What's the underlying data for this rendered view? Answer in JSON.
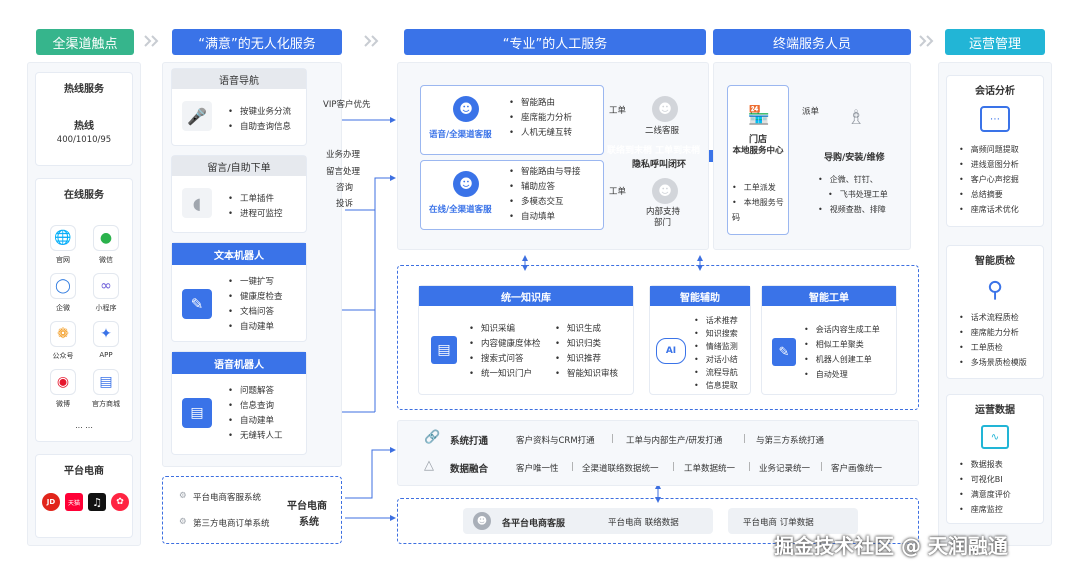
{
  "headers": {
    "omni": "全渠道触点",
    "unmanned": "“满意”的无人化服务",
    "human": "“专业”的人工服务",
    "terminal": "终端服务人员",
    "ops": "运营管理"
  },
  "omni": {
    "hotline": {
      "title": "热线服务",
      "name": "热线",
      "number": "400/1010/95"
    },
    "online": {
      "title": "在线服务",
      "channels": [
        "官网",
        "微信",
        "企微",
        "小程序",
        "公众号",
        "APP",
        "微博",
        "官方商城"
      ],
      "more": "... ..."
    },
    "ecommerce": {
      "title": "平台电商",
      "logos": [
        "JD",
        "天猫",
        "抖音",
        "小红书"
      ]
    }
  },
  "unmanned": {
    "voice_nav": {
      "title": "语音导航",
      "items": [
        "按键业务分流",
        "自助查询信息"
      ]
    },
    "message": {
      "title": "留言/自助下单",
      "items": [
        "工单插件",
        "进程可监控"
      ]
    },
    "text_bot": {
      "title": "文本机器人",
      "items": [
        "一键扩写",
        "健康度检查",
        "文档问答",
        "自动建单"
      ]
    },
    "voice_bot": {
      "title": "语音机器人",
      "items": [
        "问题解答",
        "信息查询",
        "自动建单",
        "无缝转人工"
      ]
    },
    "platform": {
      "items": [
        "平台电商客服系统",
        "第三方电商订单系统"
      ],
      "title_line1": "平台电商",
      "title_line2": "系统"
    }
  },
  "flow_labels": {
    "vip": "VIP客户优先",
    "services": [
      "业务办理",
      "留言处理",
      "咨询",
      "投诉"
    ],
    "ticket1": "工单",
    "ticket2": "工单",
    "dispatch": "派单"
  },
  "human": {
    "voice_agent": {
      "label": "语音/全渠道客服",
      "items": [
        "智能路由",
        "座席能力分析",
        "人机无缝互转"
      ]
    },
    "online_agent": {
      "label": "在线/全渠道客服",
      "items": [
        "智能路由与导接",
        "辅助应答",
        "多模态交互",
        "自动填单"
      ]
    },
    "tier2": "二线客服",
    "internal": {
      "line1": "内部支持",
      "line2": "部门"
    },
    "link": {
      "line1": "联络到末梢   工单到末梢",
      "line2": "隐私呼叫闭环"
    }
  },
  "terminal": {
    "store": {
      "line1": "门店",
      "line2": "本地服务中心",
      "items": [
        "工单派发",
        "本地服务号码"
      ]
    },
    "install": {
      "title": "导购/安装/维修",
      "items": [
        "企微、钉钉、",
        "飞书处理工单",
        "视频查勘、排障"
      ]
    }
  },
  "mid": {
    "kb": {
      "title": "统一知识库",
      "col1": [
        "知识采编",
        "内容健康度体检",
        "搜索式问答",
        "统一知识门户"
      ],
      "col2": [
        "知识生成",
        "知识归类",
        "知识推荐",
        "智能知识审核"
      ]
    },
    "assist": {
      "title": "智能辅助",
      "icon_text": "AI",
      "items": [
        "话术推荐",
        "知识搜索",
        "情绪监测",
        "对话小结",
        "流程导航",
        "信息提取"
      ]
    },
    "ticket": {
      "title": "智能工单",
      "items": [
        "会话内容生成工单",
        "相似工单聚类",
        "机器人创建工单",
        "自动处理"
      ]
    }
  },
  "integration": {
    "sys": {
      "title": "系统打通",
      "items": [
        "客户资料与CRM打通",
        "工单与内部生产/研发打通",
        "与第三方系统打通"
      ]
    },
    "data": {
      "title": "数据融合",
      "items": [
        "客户唯一性",
        "全渠道联络数据统一",
        "工单数据统一",
        "业务记录统一",
        "客户画像统一"
      ]
    },
    "sep": "|"
  },
  "ecom_bar": {
    "title": "各平台电商客服",
    "item1": "平台电商  联络数据",
    "item2": "平台电商  订单数据"
  },
  "ops": {
    "session": {
      "title": "会话分析",
      "items": [
        "高频问题提取",
        "进线意图分析",
        "客户心声挖掘",
        "总结摘要",
        "座席话术优化"
      ]
    },
    "quality": {
      "title": "智能质检",
      "items": [
        "话术流程质检",
        "座席能力分析",
        "工单质检",
        "多场景质检模版"
      ]
    },
    "data": {
      "title": "运营数据",
      "items": [
        "数据报表",
        "可视化BI",
        "满意度评价",
        "座席监控"
      ]
    }
  },
  "watermark": "掘金技术社区 @ 天润融通",
  "colors": {
    "header_blue": "#3a73e8",
    "header_cyan": "#22b5d6",
    "header_green": "#36b58c",
    "dashed": "#3d6fe0"
  }
}
